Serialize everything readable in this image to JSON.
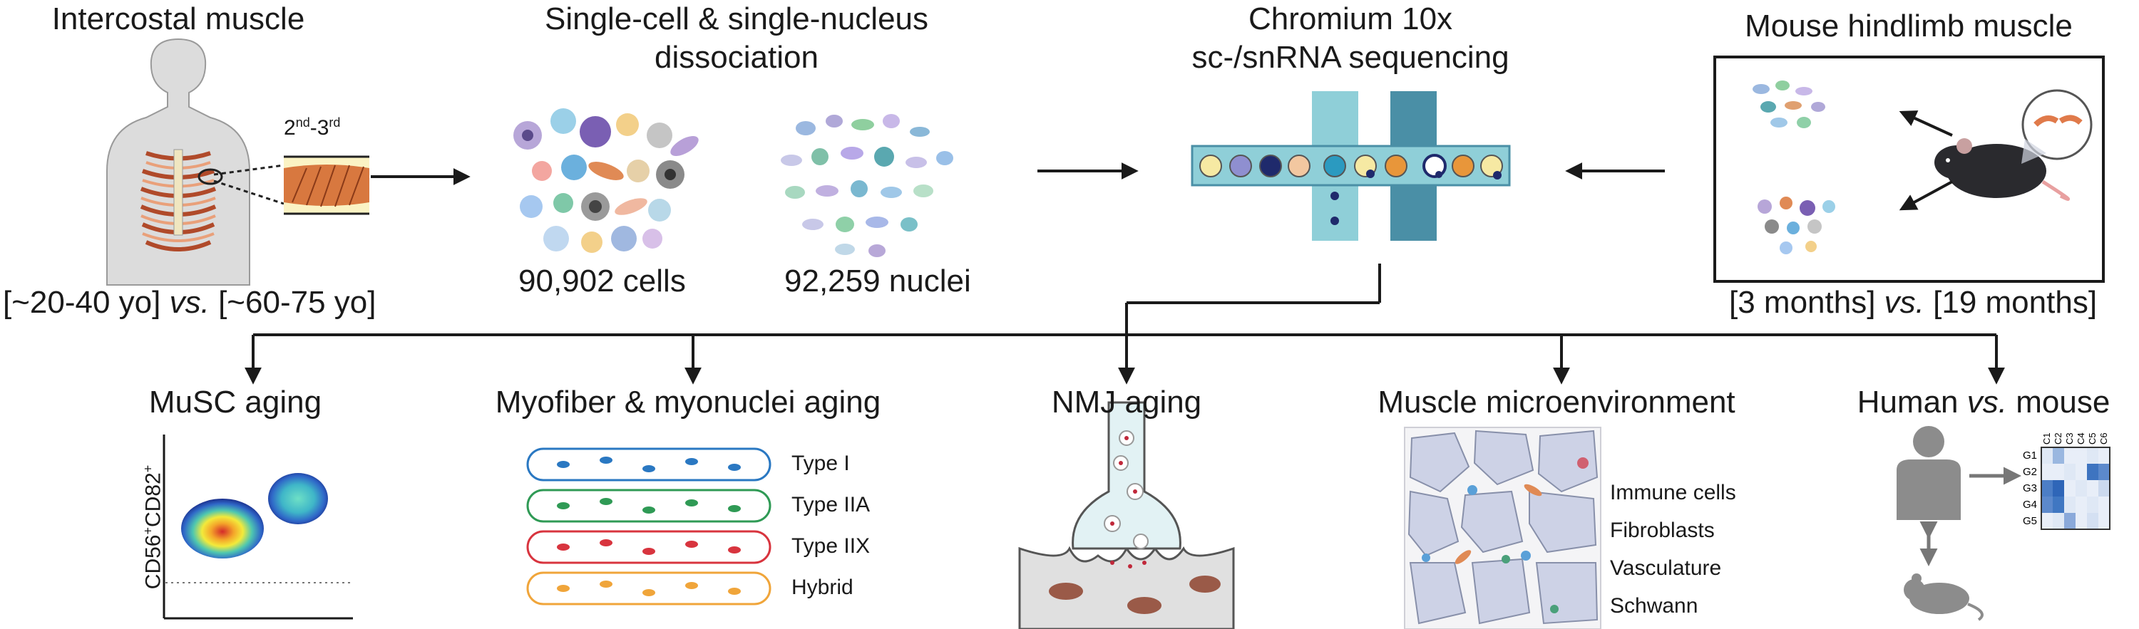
{
  "stages": {
    "intercostal": {
      "title": "Intercostal muscle",
      "rib_label_a": "2",
      "rib_label_a_sup": "nd",
      "rib_label_sep": "-3",
      "rib_label_b_sup": "rd",
      "age_left": "[~20-40 yo]",
      "vs": "vs.",
      "age_right": "[~60-75 yo]"
    },
    "dissociation": {
      "title_line1": "Single-cell & single-nucleus",
      "title_line2": "dissociation",
      "cells_count": "90,902 cells",
      "nuclei_count": "92,259 nuclei"
    },
    "sequencing": {
      "title_line1": "Chromium 10x",
      "title_line2": "sc-/snRNA sequencing"
    },
    "mouse": {
      "title": "Mouse hindlimb muscle",
      "age_left": "[3 months]",
      "vs": "vs.",
      "age_right": "[19 months]"
    }
  },
  "outputs": {
    "musc": {
      "title": "MuSC aging",
      "y_axis": "CD56",
      "y_axis_sup1": "+",
      "y_axis_mid": "CD82",
      "y_axis_sup2": "+"
    },
    "myofiber": {
      "title": "Myofiber & myonuclei aging",
      "types": [
        {
          "label": "Type I",
          "color": "#2a78c2"
        },
        {
          "label": "Type IIA",
          "color": "#2f9a55"
        },
        {
          "label": "Type IIX",
          "color": "#d8343e"
        },
        {
          "label": "Hybrid",
          "color": "#f0a53a"
        }
      ]
    },
    "nmj": {
      "title": "NMJ aging"
    },
    "microenv": {
      "title": "Muscle microenvironment",
      "items": [
        "Immune cells",
        "Fibroblasts",
        "Vasculature",
        "Schwann"
      ]
    },
    "species": {
      "title_a": "Human",
      "title_vs": "vs.",
      "title_b": "mouse",
      "rows": [
        "G1",
        "G2",
        "G3",
        "G4",
        "G5"
      ],
      "cols": [
        "C1",
        "C2",
        "C3",
        "C4",
        "C5",
        "C6"
      ]
    }
  },
  "colors": {
    "accent_blue": "#2f6db3",
    "chip_teal": "#8fcfd8",
    "chip_dark": "#4a8fa6",
    "skin_gray": "#dcdcdc"
  }
}
